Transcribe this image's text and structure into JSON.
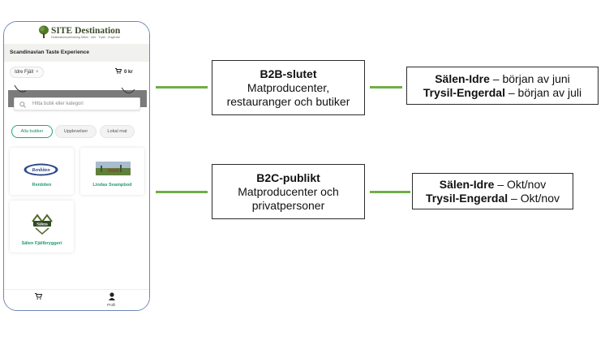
{
  "phone": {
    "site_title": "SITE Destination",
    "site_subtitle": "Destinationsutveckling Sälen · Idre · Trysil · Engerdal",
    "page_title": "Scandinavian Taste Experience",
    "location_chip": "Idre Fjäll",
    "location_chip_close": "×",
    "cart_total": "0 kr",
    "search_placeholder": "Hitta butik eller kategori",
    "filters": [
      "Alla butiker",
      "Upplevelser",
      "Lokal mat"
    ],
    "stores": [
      {
        "name": "Renbiten",
        "logo_text": "Renbiten"
      },
      {
        "name": "Lindas Svampbod"
      },
      {
        "name": "Sälen Fjällbryggeri",
        "logo_text": "Sälens"
      }
    ],
    "nav_profile_label": "Profil"
  },
  "b2b": {
    "title": "B2B-slutet",
    "line1": "Matproducenter,",
    "line2": "restauranger och butiker",
    "dates": [
      {
        "place": "Sälen-Idre",
        "text": " – början av juni"
      },
      {
        "place": "Trysil-Engerdal",
        "text": " – början av juli"
      }
    ]
  },
  "b2c": {
    "title": "B2C-publikt",
    "line1": "Matproducenter och",
    "line2": "privatpersoner",
    "dates": [
      {
        "place": "Sälen-Idre",
        "text": " – Okt/nov"
      },
      {
        "place": "Trysil-Engerdal",
        "text": " – Okt/nov"
      }
    ]
  },
  "colors": {
    "connector": "#70ad47",
    "accent_green": "#1d9c6e",
    "phone_border": "#6f86b6"
  }
}
